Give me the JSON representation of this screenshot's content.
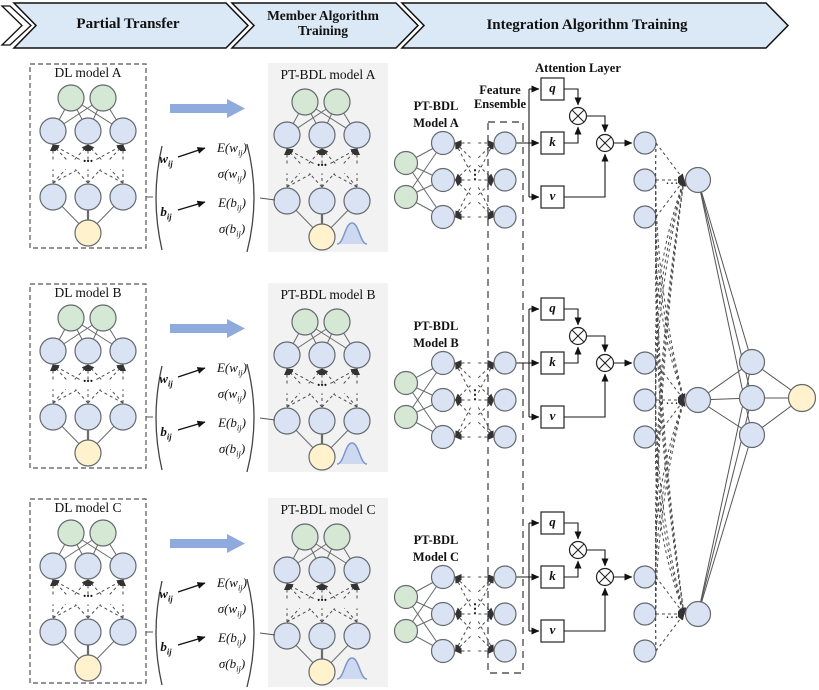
{
  "banner": {
    "steps": [
      {
        "label": "Partial Transfer"
      },
      {
        "label": "Member Algorithm Training"
      },
      {
        "label": "Integration Algorithm Training"
      }
    ]
  },
  "rows": [
    {
      "id": "A",
      "dl_title": "DL model A",
      "pt_title": "PT-BDL model A",
      "member_line1": "PT-BDL",
      "member_line2": "Model A"
    },
    {
      "id": "B",
      "dl_title": "DL model B",
      "pt_title": "PT-BDL model B",
      "member_line1": "PT-BDL",
      "member_line2": "Model B"
    },
    {
      "id": "C",
      "dl_title": "DL model C",
      "pt_title": "PT-BDL model C",
      "member_line1": "PT-BDL",
      "member_line2": "Model C"
    }
  ],
  "formulas": {
    "w_base": "w",
    "b_base": "b",
    "sub": "ij",
    "ew_pre": "E(w",
    "sw_pre": "σ(w",
    "eb_pre": "E(b",
    "sb_pre": "σ(b",
    "close": ")"
  },
  "attention": {
    "title": "Attention Layer",
    "q": "q",
    "k": "k",
    "v": "v"
  },
  "feature_ensemble_label": "Feature Ensemble",
  "dots": {
    "h": "...",
    "v": "⋮",
    "mid": "…"
  },
  "colors": {
    "node_green": "#d5e8d4",
    "node_blue": "#dae3f3",
    "node_yellow": "#fff2cc",
    "node_stroke": "#64696f",
    "banner_fill": "#dbe8f5",
    "box_gray": "#f2f2f2",
    "arrow_blue": "#8faadc",
    "bell_stroke": "#7b96cc",
    "bell_fill": "#ccd9f0"
  }
}
